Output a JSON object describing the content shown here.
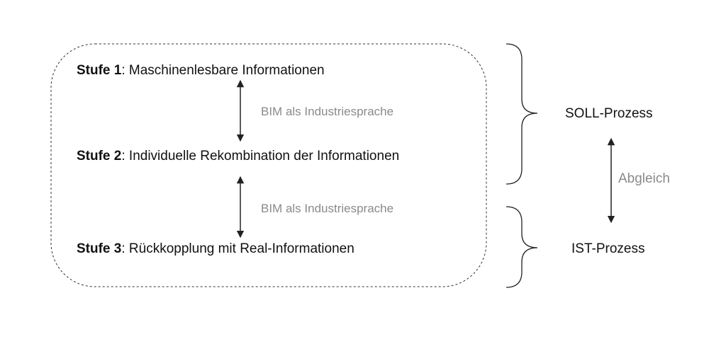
{
  "steps": [
    {
      "label": "Stufe 1",
      "text": ": Maschinenlesbare Informationen"
    },
    {
      "label": "Stufe 2",
      "text": ": Individuelle Rekombination der Informationen"
    },
    {
      "label": "Stufe 3",
      "text": ": Rückkopplung mit Real-Informationen"
    }
  ],
  "connectors": [
    {
      "text": "BIM als Industriesprache"
    },
    {
      "text": "BIM als Industriesprache"
    }
  ],
  "processes": {
    "soll": "SOLL-Prozess",
    "ist": "IST-Prozess",
    "link": "Abgleich"
  },
  "colors": {
    "text": "#111111",
    "muted": "#8a8a8a",
    "line": "#222222"
  }
}
